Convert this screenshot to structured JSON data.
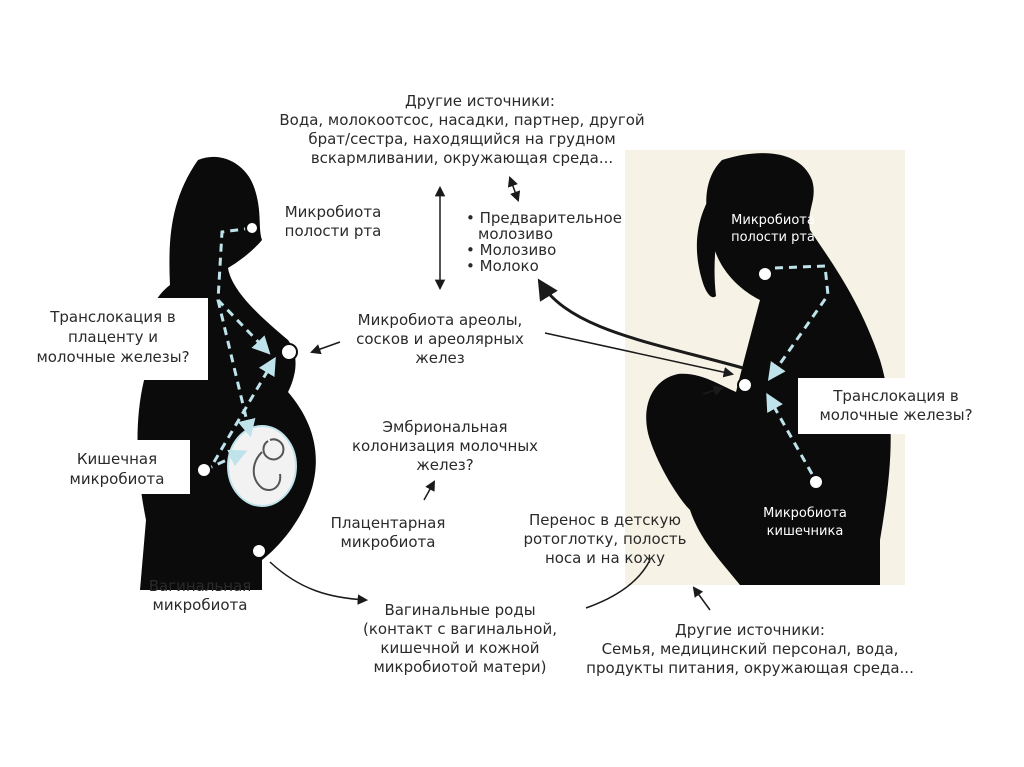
{
  "colors": {
    "silhouette": "#0b0b0b",
    "dashed_arrow": "#bfe3ea",
    "beige_panel": "#f7f2e6",
    "text": "#2a2a2a"
  },
  "top_sources": {
    "heading": "Другие источники:",
    "line1": "Вода, молокоотсос, насадки, партнер, другой",
    "line2": "брат/сестра, находящийся на грудном",
    "line3": "вскармливании, окружающая среда..."
  },
  "milk_stages": [
    "Предварительное молозиво",
    "Молозиво",
    "Молоко"
  ],
  "milk_stage_lines": [
    "Предварительное",
    "молозиво",
    "Молозиво",
    "Молоко"
  ],
  "pregnant": {
    "oral": [
      "Микробиота",
      "полости рта"
    ],
    "translocation": [
      "Транслокация в",
      "плаценту и",
      "молочные железы?"
    ],
    "gut": [
      "Кишечная",
      "микробиота"
    ],
    "vaginal": [
      "Вагинальная",
      "микробиота"
    ]
  },
  "center": {
    "areola": [
      "Микробиота ареолы,",
      "сосков и ареолярных",
      "желез"
    ],
    "embryonic": [
      "Эмбриональная",
      "колонизация молочных",
      "желез?"
    ],
    "placental": [
      "Плацентарная",
      "микробиота"
    ],
    "vaginal_birth": [
      "Вагинальные роды",
      "(контакт с вагинальной,",
      "кишечной и кожной",
      "микробиотой матери)"
    ],
    "transfer": [
      "Перенос в детскую",
      "ротоглотку, полость",
      "носа и на кожу"
    ]
  },
  "nursing": {
    "oral": [
      "Микробиота",
      "полости рта"
    ],
    "translocation": [
      "Транслокация в",
      "молочные железы?"
    ],
    "gut": [
      "Микробиота",
      "кишечника"
    ]
  },
  "bottom_sources": {
    "heading": "Другие источники:",
    "line1": "Семья, медицинский персонал, вода,",
    "line2": "продукты питания, окружающая среда..."
  }
}
